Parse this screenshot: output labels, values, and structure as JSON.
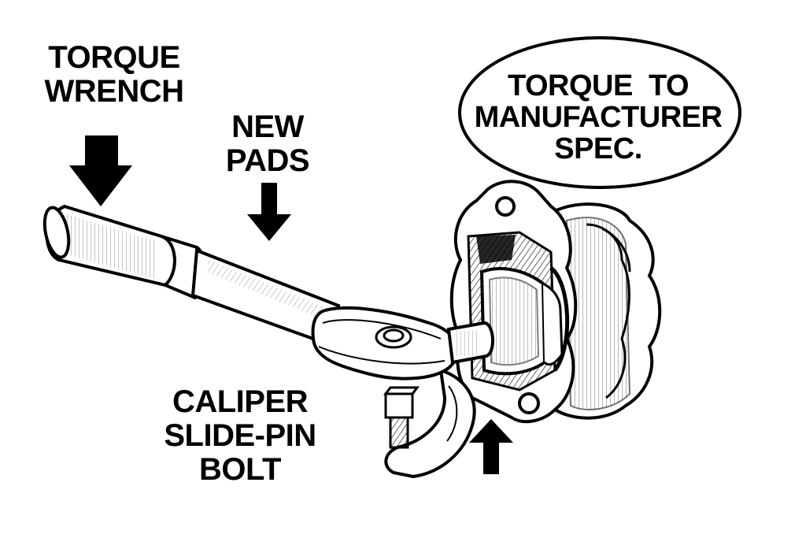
{
  "labels": {
    "torque_wrench": [
      "TORQUE",
      "WRENCH"
    ],
    "new_pads": [
      "NEW",
      "PADS"
    ],
    "caliper_bolt": [
      "CALIPER",
      "SLIDE-PIN",
      "BOLT"
    ]
  },
  "callout": {
    "lines": [
      "TORQUE  TO",
      "MANUFACTURER",
      "SPEC."
    ]
  },
  "colors": {
    "ink": "#000000",
    "paper": "#ffffff",
    "shade": "#d9d9d9",
    "dark_shade": "#8c8c8c"
  }
}
